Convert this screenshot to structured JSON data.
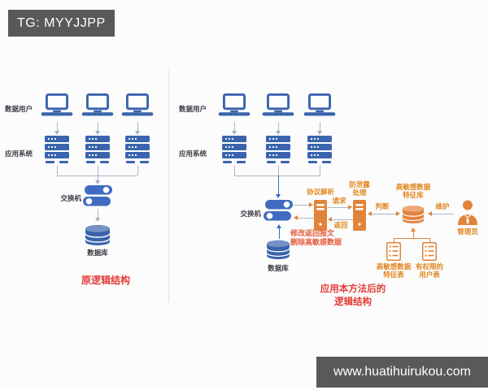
{
  "banners": {
    "top": "TG: MYYJJPP",
    "bottom": "www.huatihuirukou.com"
  },
  "left": {
    "users_label": "数据用户",
    "apps_label": "应用系统",
    "switch_label": "交换机",
    "db_label": "数据库",
    "title": "原逻辑结构"
  },
  "right": {
    "users_label": "数据用户",
    "apps_label": "应用系统",
    "switch_label": "交换机",
    "db_label": "数据库",
    "protocol_label": "协议解析",
    "leak_label_line1": "防泄露",
    "leak_label_line2": "处理",
    "request_label": "请求",
    "return_label": "返回",
    "judge_label": "判断",
    "maintain_label": "维护",
    "feature_db_line1": "高敏感数据",
    "feature_db_line2": "特征库",
    "admin_label": "管理员",
    "feature_table_line1": "高敏感数据",
    "feature_table_line2": "特征表",
    "user_table_line1": "有权限的",
    "user_table_line2": "用户表",
    "note_line1": "修改返回报文",
    "note_line2": "删除高敏感数据",
    "title_line1": "应用本方法后的",
    "title_line2": "逻辑结构"
  },
  "colors": {
    "icon_blue": "#3a64ad",
    "switch_blue": "#3f6cc0",
    "arrow_blue": "#2f6bd0",
    "orange": "#e2833b",
    "orange_text": "#e0861f",
    "red_title": "#e23c36",
    "note_red": "#e25c3d",
    "banner_bg": "#595959",
    "connector_gray": "#a9b6c6"
  }
}
